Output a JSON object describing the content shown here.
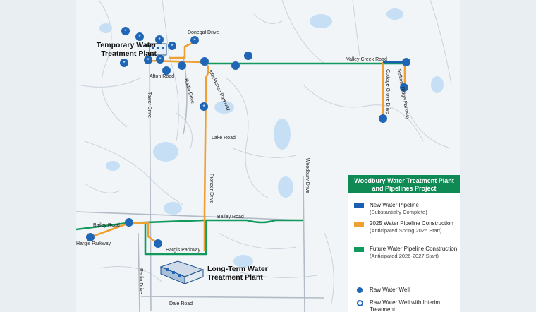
{
  "colors": {
    "new_pipeline": "#1a5fb4",
    "construction_2025": "#f0a030",
    "future_pipeline": "#129a5e",
    "well": "#1f66b6",
    "legend_header": "#0f8a54"
  },
  "map": {
    "facilities": {
      "temporary_plant": "Temporary Water\nTreatment Plant",
      "long_term_plant": "Long-Term Water\nTreatment Plant"
    },
    "roads": {
      "donegal": "Donegal Drive",
      "valley_creek": "Valley Creek Road",
      "interlachen": "Interlachen Parkway",
      "afton": "Afton Road",
      "radio_upper": "Radio Drive",
      "tower": "Tower Drive",
      "cottage_grove": "Cottage Grove Drive",
      "settlers_ridge": "Settlers Ridge Parkway",
      "lake": "Lake Road",
      "pioneer": "Pioneer Drive",
      "woodbury": "Woodbury Drive",
      "bailey_west": "Bailey Road",
      "bailey_east": "Bailey Road",
      "hargis_west": "Hargis Parkway",
      "hargis_south": "Hargis Parkway",
      "radio_lower": "Radio Drive",
      "dale": "Dale Road"
    }
  },
  "legend": {
    "title": "Woodbury Water Treatment Plant and Pipelines Project",
    "items": [
      {
        "label": "New Water Pipeline",
        "sub": "(Substantially Complete)",
        "kind": "new_pipeline"
      },
      {
        "label": "2025 Water Pipeline Construction",
        "sub": "(Anticipated Spring 2025 Start)",
        "kind": "construction_2025"
      },
      {
        "label": "Future Water Pipeline Construction",
        "sub": "(Anticipated 2026-2027 Start)",
        "kind": "future_pipeline"
      },
      {
        "label": "Raw Water Well",
        "kind": "well"
      },
      {
        "label": "Raw Water Well with Interim Treatment",
        "kind": "well_interim"
      }
    ]
  }
}
